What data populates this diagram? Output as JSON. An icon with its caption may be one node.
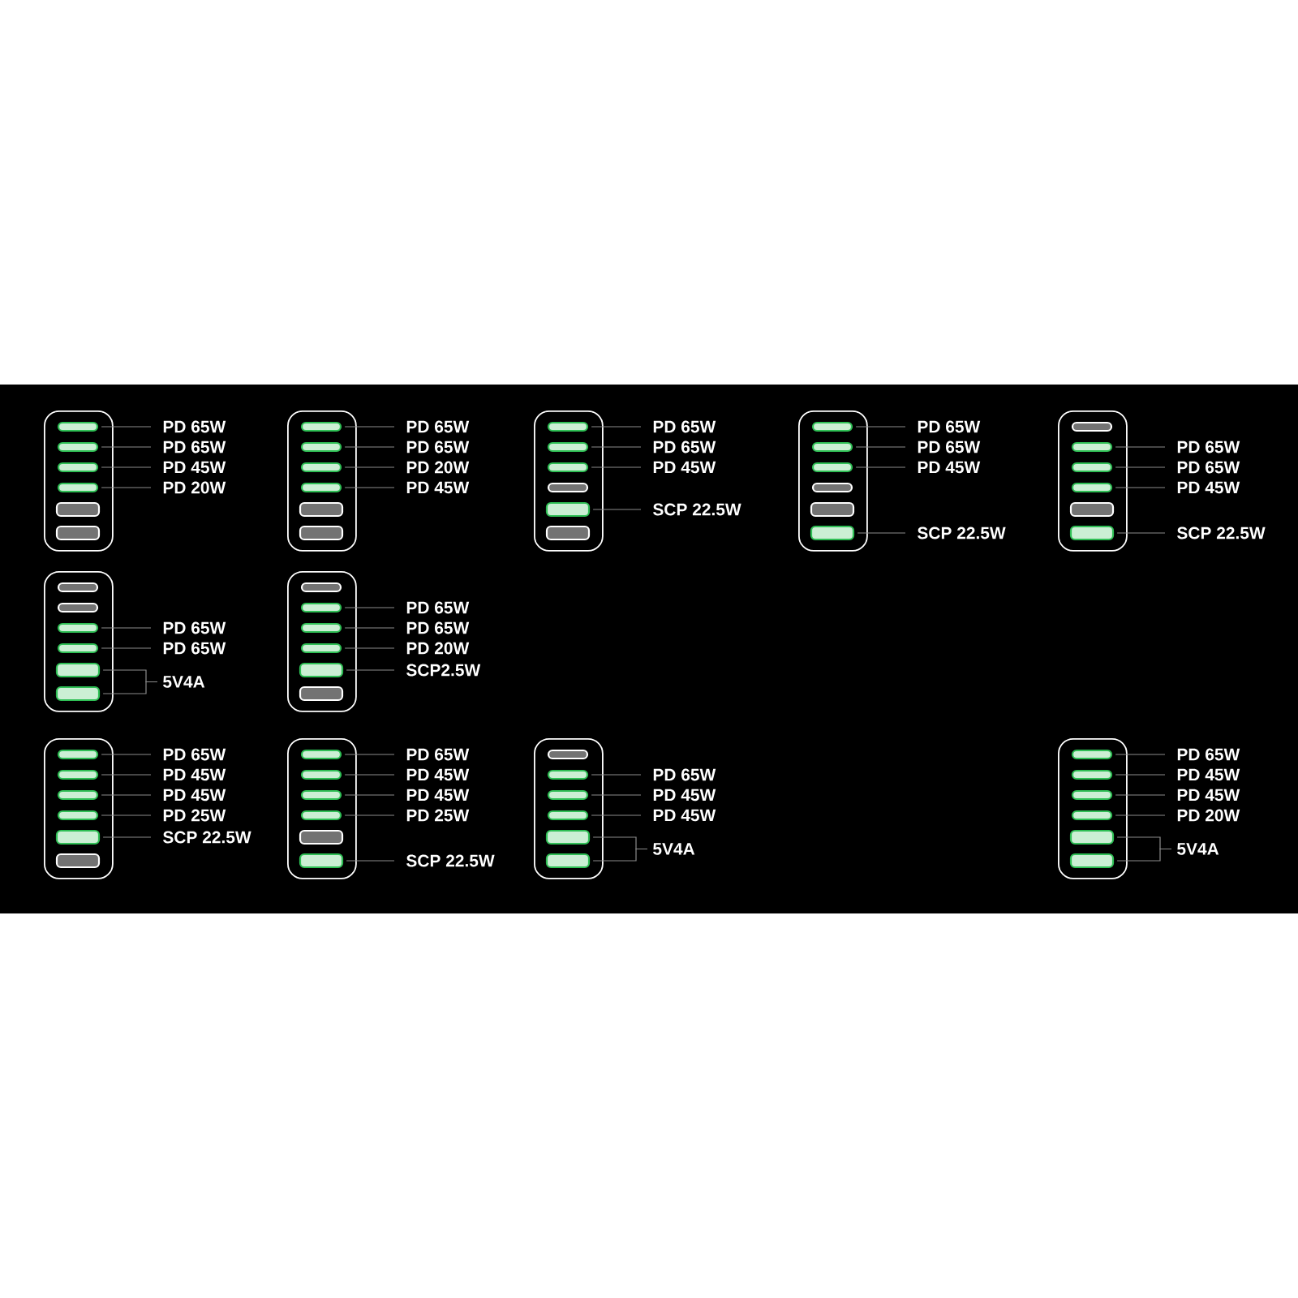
{
  "diagram": {
    "nodes": [
      {
        "text": [],
        "shape": "box"
      },
      {
        "text": [],
        "shape": "bar",
        "in": 0
      },
      {
        "text": [],
        "shape": "bar",
        "in": 0
      },
      {
        "text": [],
        "shape": "bar",
        "in": 0
      },
      {
        "text": [],
        "shape": "bar",
        "in": 0
      },
      {
        "text": [],
        "shape": "box",
        "in": 0
      },
      {
        "text": [],
        "shape": "box",
        "in": 0
      },
      {
        "text": [
          "PD 65W"
        ]
      },
      {
        "text": [
          "PD 65W"
        ]
      },
      {
        "text": [
          "PD 45W"
        ]
      },
      {
        "text": [
          "PD 20W"
        ]
      },
      {
        "text": [],
        "shape": "box"
      },
      {
        "text": [],
        "shape": "bar",
        "in": 11
      },
      {
        "text": [],
        "shape": "bar",
        "in": 11
      },
      {
        "text": [],
        "shape": "bar",
        "in": 11
      },
      {
        "text": [],
        "shape": "bar",
        "in": 11
      },
      {
        "text": [],
        "shape": "box",
        "in": 11
      },
      {
        "text": [],
        "shape": "box",
        "in": 11
      },
      {
        "text": [
          "PD 65W"
        ]
      },
      {
        "text": [
          "PD 65W"
        ]
      },
      {
        "text": [
          "PD 20W"
        ]
      },
      {
        "text": [
          "PD 45W"
        ]
      },
      {
        "text": [],
        "shape": "box"
      },
      {
        "text": [],
        "shape": "bar",
        "in": 22
      },
      {
        "text": [],
        "shape": "bar",
        "in": 22
      },
      {
        "text": [],
        "shape": "bar",
        "in": 22
      },
      {
        "text": [],
        "shape": "bar",
        "in": 22
      },
      {
        "text": [],
        "shape": "box",
        "in": 22
      },
      {
        "text": [],
        "shape": "box",
        "in": 22
      },
      {
        "text": [
          "PD 65W"
        ]
      },
      {
        "text": [
          "PD 65W"
        ]
      },
      {
        "text": [
          "PD 45W"
        ]
      },
      {
        "text": [
          "SCP 22.5W"
        ]
      },
      {
        "text": [],
        "shape": "box"
      },
      {
        "text": [],
        "shape": "bar",
        "in": 33
      },
      {
        "text": [],
        "shape": "bar",
        "in": 33
      },
      {
        "text": [],
        "shape": "bar",
        "in": 33
      },
      {
        "text": [],
        "shape": "bar",
        "in": 33
      },
      {
        "text": [],
        "shape": "box",
        "in": 33
      },
      {
        "text": [],
        "shape": "box",
        "in": 33
      },
      {
        "text": [
          "PD 65W"
        ]
      },
      {
        "text": [
          "PD 65W"
        ]
      },
      {
        "text": [
          "PD 45W"
        ]
      },
      {
        "text": [
          "SCP 22.5W"
        ]
      },
      {
        "text": [],
        "shape": "box"
      },
      {
        "text": [],
        "shape": "bar",
        "in": 44
      },
      {
        "text": [],
        "shape": "bar",
        "in": 44
      },
      {
        "text": [],
        "shape": "bar",
        "in": 44
      },
      {
        "text": [],
        "shape": "bar",
        "in": 44
      },
      {
        "text": [],
        "shape": "box",
        "in": 44
      },
      {
        "text": [],
        "shape": "box",
        "in": 44
      },
      {
        "text": [
          "PD 65W"
        ]
      },
      {
        "text": [
          "PD 65W"
        ]
      },
      {
        "text": [
          "PD 45W"
        ]
      },
      {
        "text": [
          "SCP 22.5W"
        ]
      },
      {
        "text": [],
        "shape": "box"
      },
      {
        "text": [],
        "shape": "bar",
        "in": 55
      },
      {
        "text": [],
        "shape": "bar",
        "in": 55
      },
      {
        "text": [],
        "shape": "bar",
        "in": 55
      },
      {
        "text": [],
        "shape": "bar",
        "in": 55
      },
      {
        "text": [],
        "shape": "box",
        "in": 55
      },
      {
        "text": [],
        "shape": "box",
        "in": 55
      },
      {
        "text": [
          "PD 65W"
        ]
      },
      {
        "text": [
          "PD 65W"
        ]
      },
      {
        "text": [
          "5V4A"
        ]
      },
      {
        "text": [],
        "shape": "box"
      },
      {
        "text": [],
        "shape": "bar",
        "in": 65
      },
      {
        "text": [],
        "shape": "bar",
        "in": 65
      },
      {
        "text": [],
        "shape": "bar",
        "in": 65
      },
      {
        "text": [],
        "shape": "bar",
        "in": 65
      },
      {
        "text": [],
        "shape": "box",
        "in": 65
      },
      {
        "text": [],
        "shape": "box",
        "in": 65
      },
      {
        "text": [
          "PD 65W"
        ]
      },
      {
        "text": [
          "PD 65W"
        ]
      },
      {
        "text": [
          "PD 20W"
        ]
      },
      {
        "text": [
          "SCP2.5W"
        ]
      },
      {
        "text": [],
        "shape": "box"
      },
      {
        "text": [],
        "shape": "bar",
        "in": 76
      },
      {
        "text": [],
        "shape": "bar",
        "in": 76
      },
      {
        "text": [],
        "shape": "bar",
        "in": 76
      },
      {
        "text": [],
        "shape": "bar",
        "in": 76
      },
      {
        "text": [],
        "shape": "box",
        "in": 76
      },
      {
        "text": [],
        "shape": "box",
        "in": 76
      },
      {
        "text": [
          "PD 65W"
        ]
      },
      {
        "text": [
          "PD 45W"
        ]
      },
      {
        "text": [
          "PD 45W"
        ]
      },
      {
        "text": [
          "PD 25W"
        ]
      },
      {
        "text": [
          "SCP 22.5W"
        ]
      },
      {
        "text": [],
        "shape": "box"
      },
      {
        "text": [],
        "shape": "bar",
        "in": 88
      },
      {
        "text": [],
        "shape": "bar",
        "in": 88
      },
      {
        "text": [],
        "shape": "bar",
        "in": 88
      },
      {
        "text": [],
        "shape": "bar",
        "in": 88
      },
      {
        "text": [],
        "shape": "box",
        "in": 88
      },
      {
        "text": [],
        "shape": "box",
        "in": 88
      },
      {
        "text": [
          "PD 65W"
        ]
      },
      {
        "text": [
          "PD 45W"
        ]
      },
      {
        "text": [
          "PD 45W"
        ]
      },
      {
        "text": [
          "PD 25W"
        ]
      },
      {
        "text": [
          "SCP 22.5W"
        ]
      },
      {
        "text": [],
        "shape": "box"
      },
      {
        "text": [],
        "shape": "bar",
        "in": 100
      },
      {
        "text": [],
        "shape": "bar",
        "in": 100
      },
      {
        "text": [],
        "shape": "bar",
        "in": 100
      },
      {
        "text": [],
        "shape": "bar",
        "in": 100
      },
      {
        "text": [],
        "shape": "box",
        "in": 100
      },
      {
        "text": [],
        "shape": "box",
        "in": 100
      },
      {
        "text": [
          "PD 65W"
        ]
      },
      {
        "text": [
          "PD 45W"
        ]
      },
      {
        "text": [
          "PD 45W"
        ]
      },
      {
        "text": [
          "5V4A"
        ]
      },
      {
        "text": [],
        "shape": "box"
      },
      {
        "text": [],
        "shape": "bar",
        "in": 111
      },
      {
        "text": [],
        "shape": "bar",
        "in": 111
      },
      {
        "text": [],
        "shape": "bar",
        "in": 111
      },
      {
        "text": [],
        "shape": "bar",
        "in": 111
      },
      {
        "text": [],
        "shape": "box",
        "in": 111
      },
      {
        "text": [],
        "shape": "box",
        "in": 111
      },
      {
        "text": [
          "PD 65W"
        ]
      },
      {
        "text": [
          "PD 45W"
        ]
      },
      {
        "text": [
          "PD 45W"
        ]
      },
      {
        "text": [
          "PD 20W"
        ]
      },
      {
        "text": [
          "5V4A"
        ]
      }
    ],
    "edges": [
      {
        "from": 7,
        "to": 1,
        "arrow": "none"
      },
      {
        "from": 8,
        "to": 2,
        "arrow": "none"
      },
      {
        "from": 9,
        "to": 3,
        "arrow": "none"
      },
      {
        "from": 10,
        "to": 4,
        "arrow": "none"
      },
      {
        "from": 18,
        "to": 12,
        "arrow": "none"
      },
      {
        "from": 19,
        "to": 13,
        "arrow": "none"
      },
      {
        "from": 20,
        "to": 14,
        "arrow": "none"
      },
      {
        "from": 21,
        "to": 15,
        "arrow": "none"
      },
      {
        "from": 29,
        "to": 23,
        "arrow": "none"
      },
      {
        "from": 30,
        "to": 24,
        "arrow": "none"
      },
      {
        "from": 31,
        "to": 25,
        "arrow": "none"
      },
      {
        "from": 32,
        "to": 27,
        "arrow": "none"
      },
      {
        "from": 40,
        "to": 34,
        "arrow": "none"
      },
      {
        "from": 41,
        "to": 35,
        "arrow": "none"
      },
      {
        "from": 42,
        "to": 36,
        "arrow": "none"
      },
      {
        "from": 43,
        "to": 39,
        "arrow": "none"
      },
      {
        "from": 51,
        "to": 46,
        "arrow": "none"
      },
      {
        "from": 52,
        "to": 47,
        "arrow": "none"
      },
      {
        "from": 53,
        "to": 48,
        "arrow": "none"
      },
      {
        "from": 54,
        "to": 50,
        "arrow": "none"
      },
      {
        "from": 62,
        "to": 58,
        "arrow": "none"
      },
      {
        "from": 63,
        "to": 59,
        "arrow": "none"
      },
      {
        "from": 64,
        "to": 60,
        "arrow": "none"
      },
      {
        "from": 64,
        "to": 61,
        "arrow": "none"
      },
      {
        "from": 72,
        "to": 67,
        "arrow": "none"
      },
      {
        "from": 73,
        "to": 68,
        "arrow": "none"
      },
      {
        "from": 74,
        "to": 69,
        "arrow": "none"
      },
      {
        "from": 75,
        "to": 70,
        "arrow": "none"
      },
      {
        "from": 83,
        "to": 77,
        "arrow": "none"
      },
      {
        "from": 84,
        "to": 78,
        "arrow": "none"
      },
      {
        "from": 85,
        "to": 79,
        "arrow": "none"
      },
      {
        "from": 86,
        "to": 80,
        "arrow": "none"
      },
      {
        "from": 87,
        "to": 81,
        "arrow": "none"
      },
      {
        "from": 95,
        "to": 89,
        "arrow": "none"
      },
      {
        "from": 96,
        "to": 90,
        "arrow": "none"
      },
      {
        "from": 97,
        "to": 91,
        "arrow": "none"
      },
      {
        "from": 98,
        "to": 92,
        "arrow": "none"
      },
      {
        "from": 99,
        "to": 94,
        "arrow": "none"
      },
      {
        "from": 107,
        "to": 102,
        "arrow": "none"
      },
      {
        "from": 108,
        "to": 103,
        "arrow": "none"
      },
      {
        "from": 109,
        "to": 104,
        "arrow": "none"
      },
      {
        "from": 110,
        "to": 105,
        "arrow": "none"
      },
      {
        "from": 110,
        "to": 106,
        "arrow": "none"
      },
      {
        "from": 118,
        "to": 112,
        "arrow": "none"
      },
      {
        "from": 119,
        "to": 113,
        "arrow": "none"
      },
      {
        "from": 120,
        "to": 114,
        "arrow": "none"
      },
      {
        "from": 121,
        "to": 115,
        "arrow": "none"
      },
      {
        "from": 122,
        "to": 116,
        "arrow": "none"
      },
      {
        "from": 122,
        "to": 117,
        "arrow": "none"
      }
    ]
  }
}
